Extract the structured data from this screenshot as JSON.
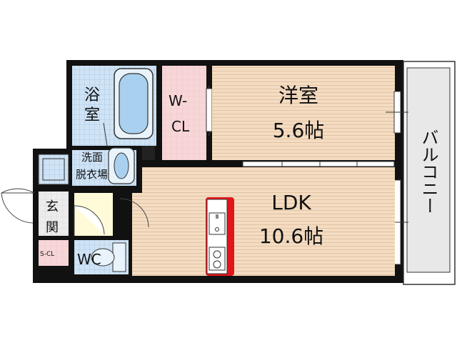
{
  "rooms": {
    "bath": {
      "line1": "浴",
      "line2": "室"
    },
    "walk_in_closet": {
      "line1": "W-",
      "line2": "CL"
    },
    "western_room": {
      "name": "洋室",
      "size": "5.6帖"
    },
    "washroom": {
      "line1": "洗面",
      "line2": "脱衣場"
    },
    "entrance": {
      "line1": "玄",
      "line2": "関"
    },
    "shoe_closet": {
      "label": "S-CL"
    },
    "toilet": {
      "label": "WC"
    },
    "ldk": {
      "name": "LDK",
      "size": "10.6帖"
    },
    "balcony": {
      "label": "バルコニー"
    }
  },
  "colors": {
    "wall": "#111111",
    "wood_floor": "#f4dcc2",
    "wood_line": "#e2c3a3",
    "tile_blue": "#cfe3f5",
    "closet_pink": "#f7d6d8",
    "kitchen_red": "#e0161b",
    "balcony_gray": "#e8e8e8"
  }
}
